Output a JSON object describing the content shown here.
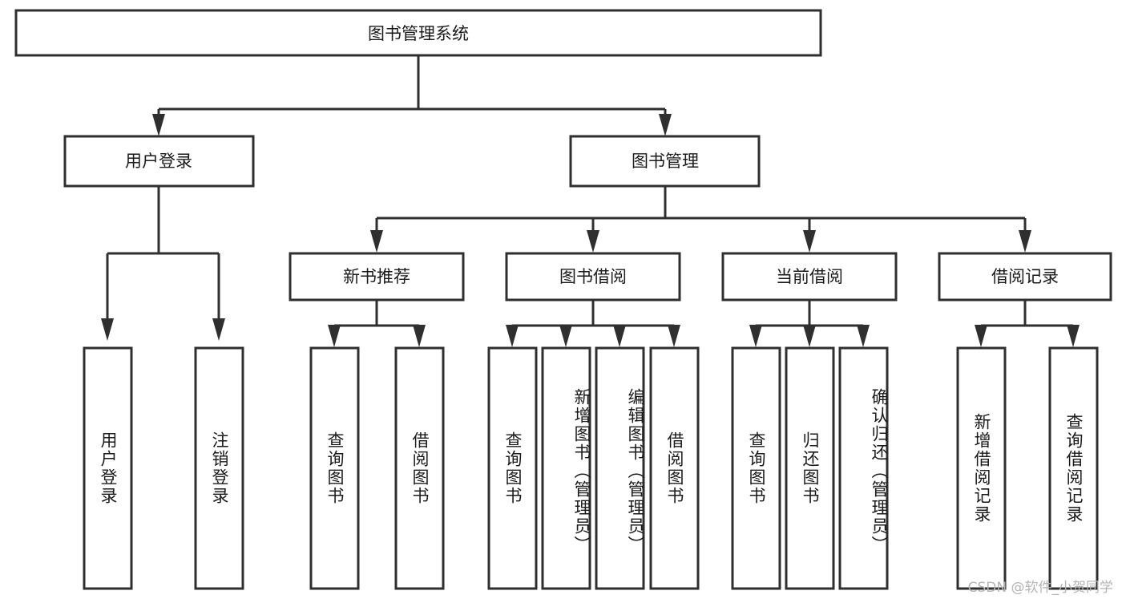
{
  "diagram": {
    "type": "tree-hierarchy-chart",
    "title": "图书管理系统",
    "root": {
      "id": "root",
      "label": "图书管理系统"
    },
    "level1": [
      {
        "id": "user-login",
        "label": "用户登录"
      },
      {
        "id": "book-manage",
        "label": "图书管理"
      }
    ],
    "level2": [
      {
        "id": "new-book-recommend",
        "label": "新书推荐",
        "parent": "book-manage"
      },
      {
        "id": "book-borrow",
        "label": "图书借阅",
        "parent": "book-manage"
      },
      {
        "id": "current-borrow",
        "label": "当前借阅",
        "parent": "book-manage"
      },
      {
        "id": "borrow-record",
        "label": "借阅记录",
        "parent": "book-manage"
      }
    ],
    "leaves": [
      {
        "id": "leaf-user-login",
        "label": "用户登录",
        "parent": "user-login"
      },
      {
        "id": "leaf-logout-login",
        "label": "注销登录",
        "parent": "user-login"
      },
      {
        "id": "leaf-query-book-1",
        "label": "查询图书",
        "parent": "new-book-recommend"
      },
      {
        "id": "leaf-borrow-book-1",
        "label": "借阅图书",
        "parent": "new-book-recommend"
      },
      {
        "id": "leaf-query-book-2",
        "label": "查询图书",
        "parent": "book-borrow"
      },
      {
        "id": "leaf-add-book",
        "label": "新增图书（管理员）",
        "parent": "book-borrow"
      },
      {
        "id": "leaf-edit-book",
        "label": "编辑图书（管理员）",
        "parent": "book-borrow"
      },
      {
        "id": "leaf-borrow-book-2",
        "label": "借阅图书",
        "parent": "book-borrow"
      },
      {
        "id": "leaf-query-book-3",
        "label": "查询图书",
        "parent": "current-borrow"
      },
      {
        "id": "leaf-return-book",
        "label": "归还图书",
        "parent": "current-borrow"
      },
      {
        "id": "leaf-confirm-return",
        "label": "确认归还（管理员）",
        "parent": "current-borrow"
      },
      {
        "id": "leaf-add-record",
        "label": "新增借阅记录",
        "parent": "borrow-record"
      },
      {
        "id": "leaf-query-record",
        "label": "查询借阅记录",
        "parent": "borrow-record"
      }
    ],
    "colors": {
      "stroke": "#2f2f2f",
      "fill": "#ffffff",
      "text": "#1a1a1a",
      "watermark": "#b4b4b4"
    }
  },
  "watermark": {
    "text": "CSDN @软件_小贺同学"
  }
}
